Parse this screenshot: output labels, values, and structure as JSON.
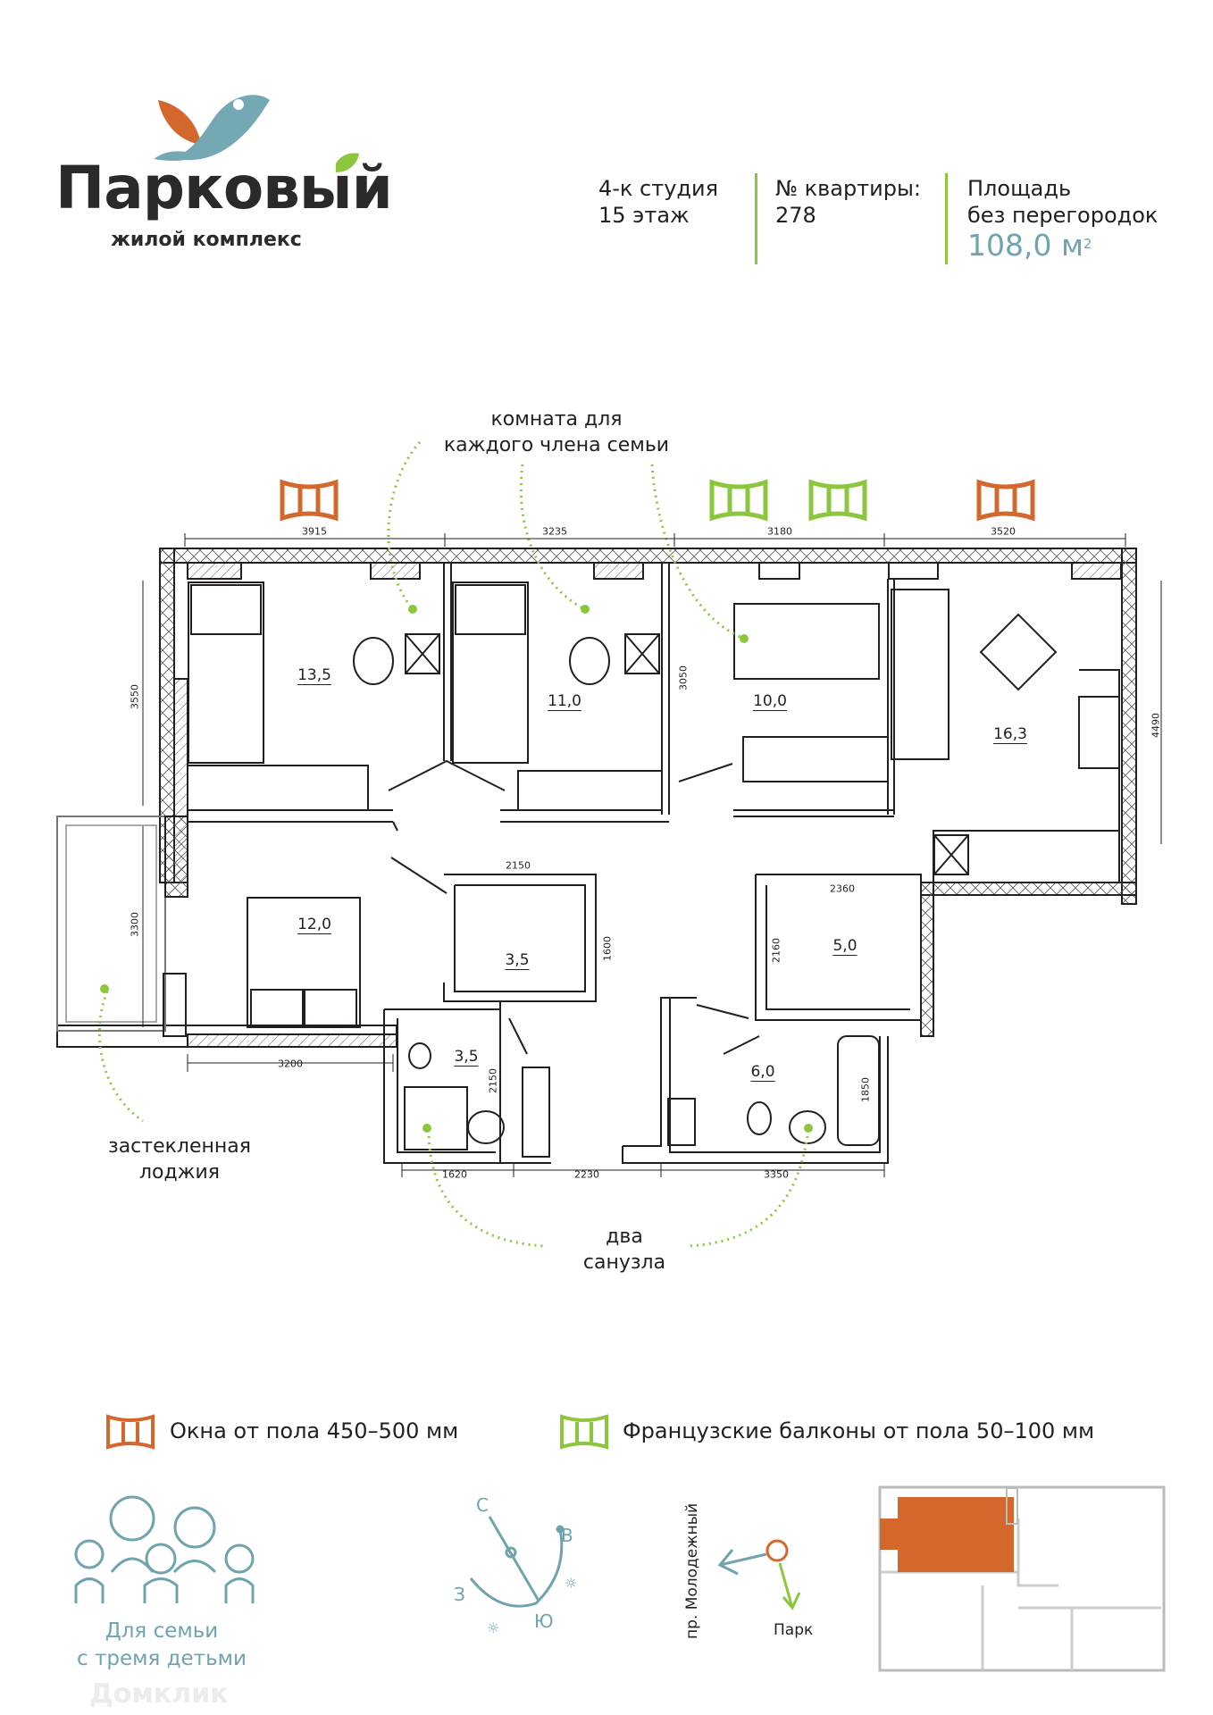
{
  "logo": {
    "name": "Парковый",
    "subtitle": "жилой комплекс"
  },
  "info": {
    "type": "4-к студия",
    "floor": "15 этаж",
    "apartment_label": "№ квартиры:",
    "apartment_number": "278",
    "area_label_1": "Площадь",
    "area_label_2": "без перегородок",
    "area_value": "108,0 м",
    "area_unit_power": "2"
  },
  "annotations": {
    "rooms_line1": "комната для",
    "rooms_line2": "каждого члена семьи",
    "loggia_line1": "застекленная",
    "loggia_line2": "лоджия",
    "bath_line1": "два",
    "bath_line2": "санузла"
  },
  "rooms": [
    "13,5",
    "11,0",
    "10,0",
    "16,3",
    "12,0",
    "3,5",
    "5,0",
    "3,5",
    "6,0"
  ],
  "dimensions": [
    "3915",
    "3235",
    "3180",
    "3520",
    "3550",
    "3050",
    "4490",
    "2150",
    "1600",
    "3300",
    "2360",
    "2160",
    "2150",
    "1850",
    "3200",
    "1620",
    "2230",
    "3350"
  ],
  "legend": {
    "windows": "Окна от пола 450–500 мм",
    "balconies": "Французские балконы от пола 50–100 мм"
  },
  "family": {
    "line1": "Для семьи",
    "line2": "с тремя детьми"
  },
  "compass": {
    "north": "С",
    "east": "В",
    "west": "З",
    "south": "Ю"
  },
  "street": "пр. Молодежный",
  "park": "Парк",
  "watermark": "Домклик",
  "colors": {
    "orange": "#d4682c",
    "green": "#8cc63f",
    "teal": "#6fa3ae",
    "text": "#231f20"
  }
}
